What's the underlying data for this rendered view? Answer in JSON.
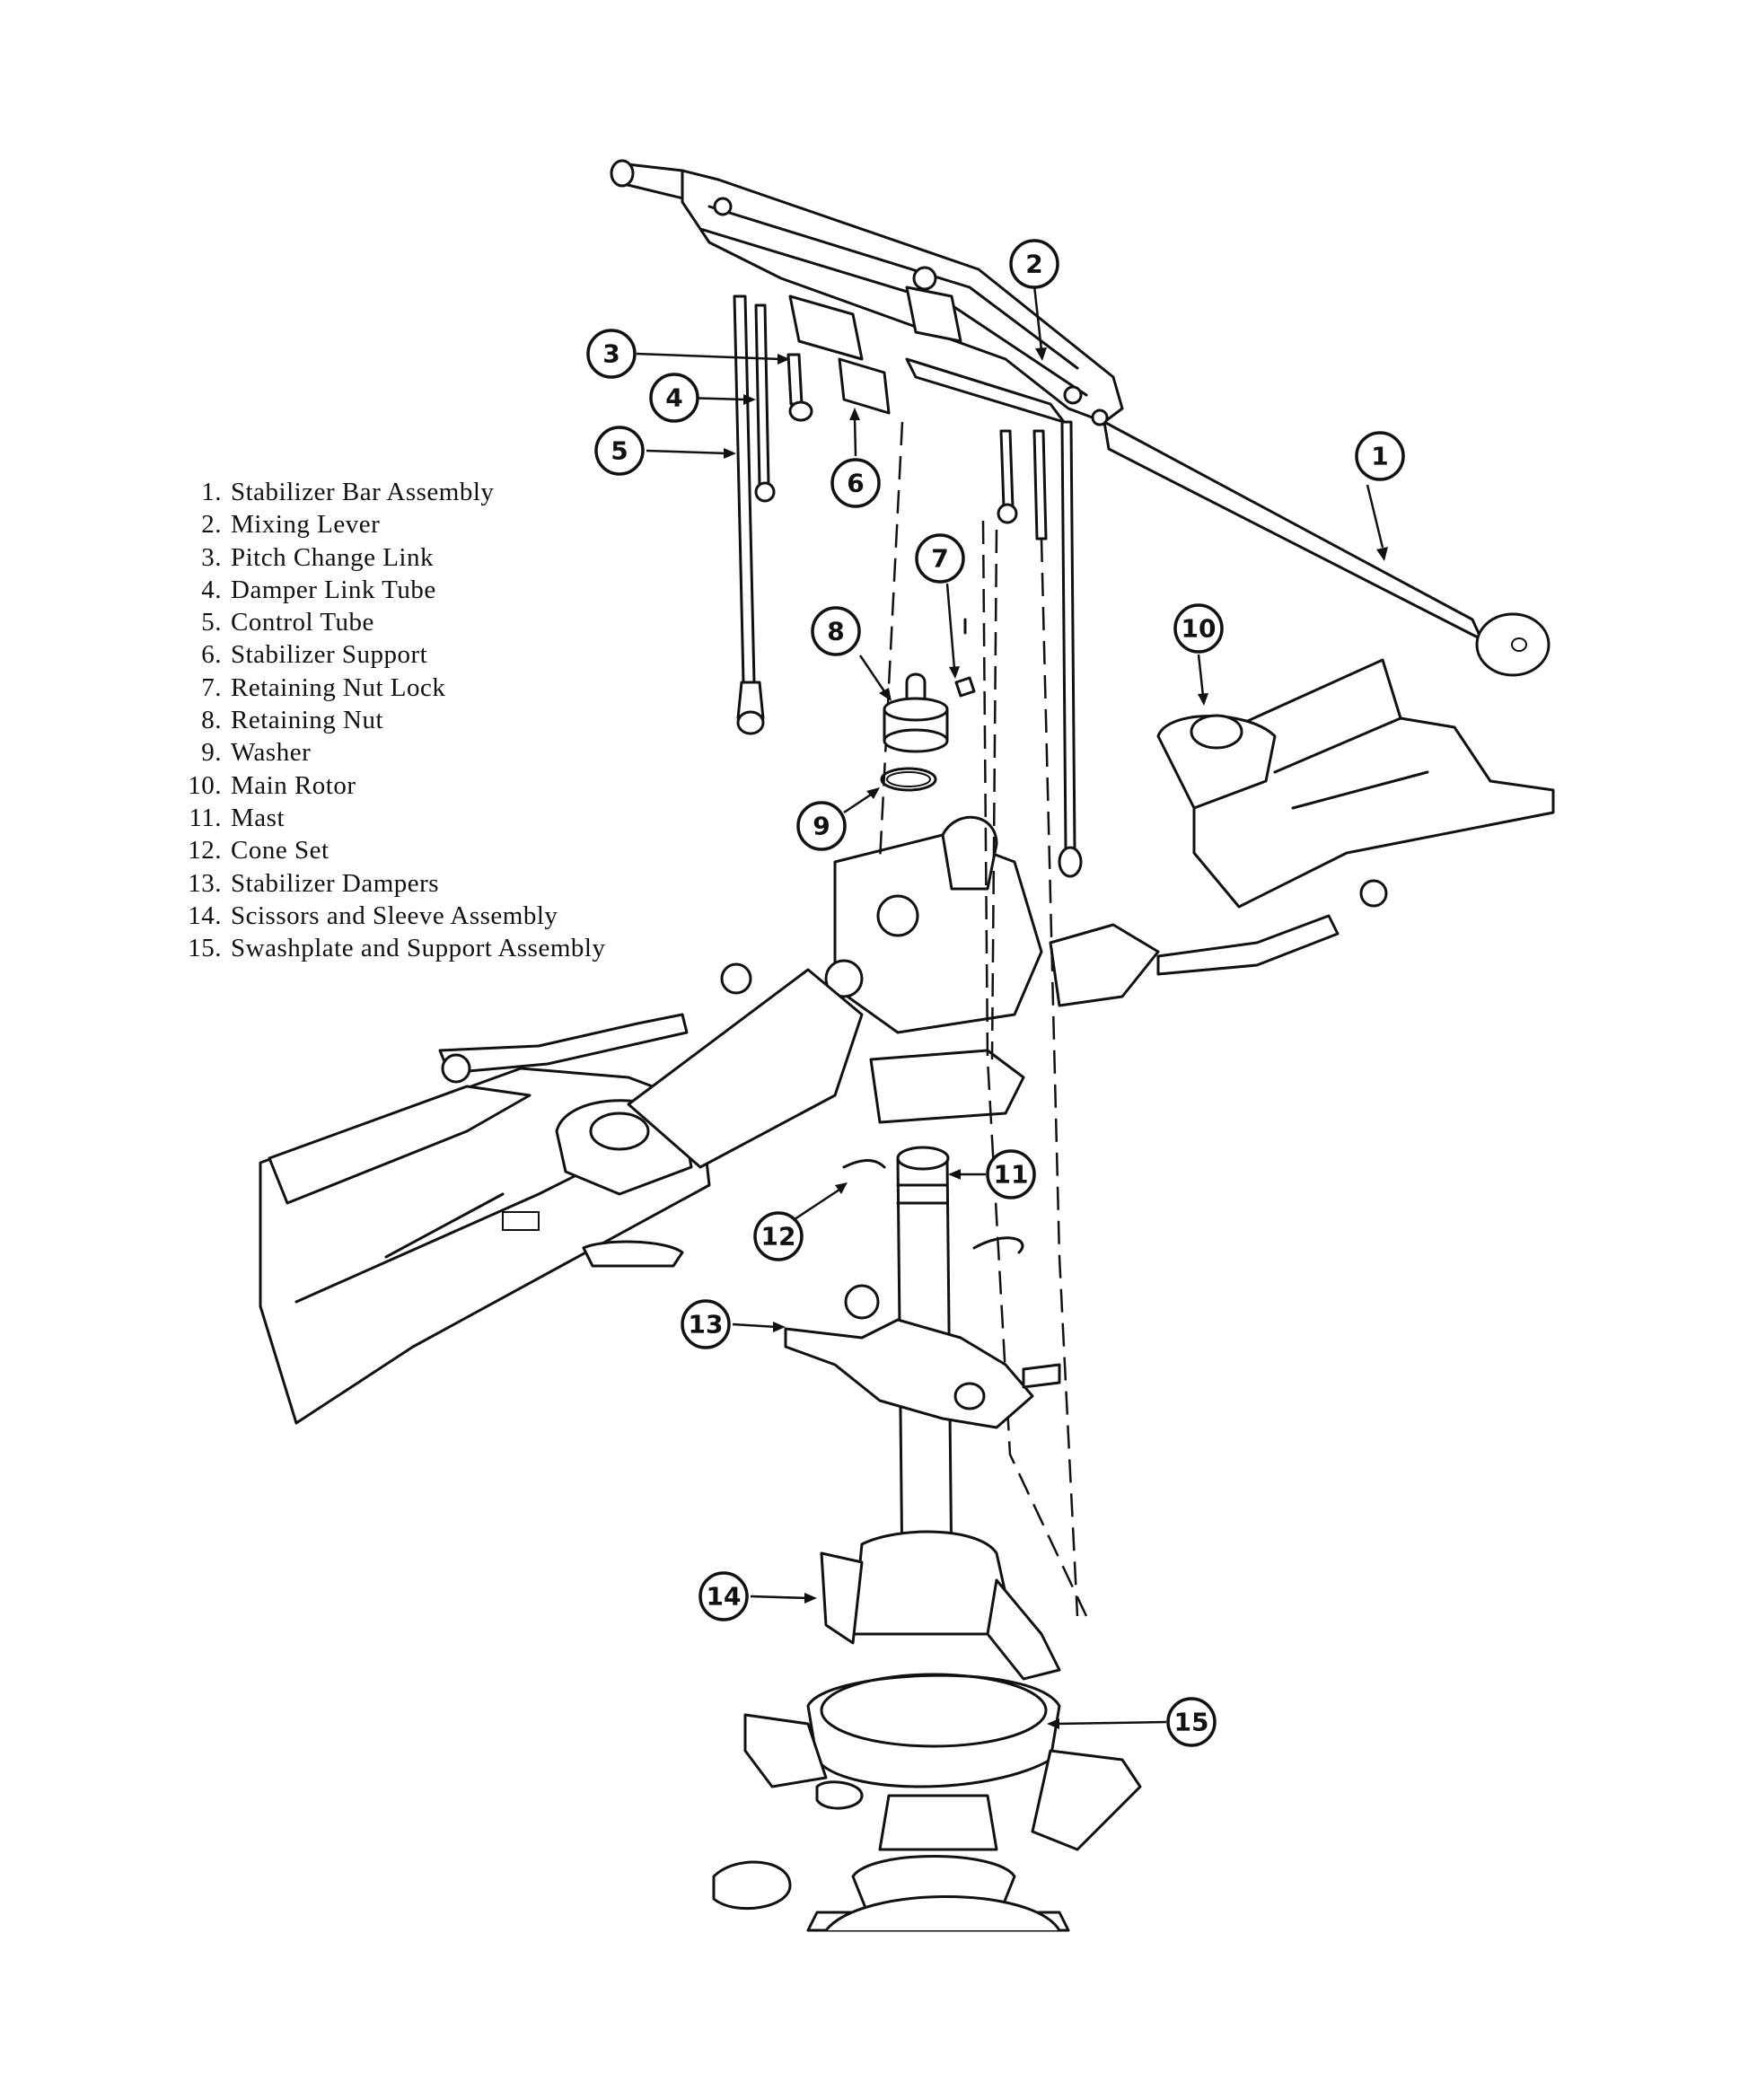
{
  "legend": [
    {
      "number": "1.",
      "label": "Stabilizer Bar Assembly"
    },
    {
      "number": "2.",
      "label": "Mixing Lever"
    },
    {
      "number": "3.",
      "label": "Pitch Change Link"
    },
    {
      "number": "4.",
      "label": "Damper Link Tube"
    },
    {
      "number": "5.",
      "label": "Control Tube"
    },
    {
      "number": "6.",
      "label": "Stabilizer Support"
    },
    {
      "number": "7.",
      "label": "Retaining Nut Lock"
    },
    {
      "number": "8.",
      "label": "Retaining Nut"
    },
    {
      "number": "9.",
      "label": "Washer"
    },
    {
      "number": "10.",
      "label": "Main Rotor"
    },
    {
      "number": "11.",
      "label": "Mast"
    },
    {
      "number": "12.",
      "label": "Cone Set"
    },
    {
      "number": "13.",
      "label": "Stabilizer Dampers"
    },
    {
      "number": "14.",
      "label": "Scissors and Sleeve Assembly"
    },
    {
      "number": "15.",
      "label": "Swashplate and Support Assembly"
    }
  ],
  "callouts": [
    "1",
    "2",
    "3",
    "4",
    "5",
    "6",
    "7",
    "8",
    "9",
    "10",
    "11",
    "12",
    "13",
    "14",
    "15"
  ]
}
